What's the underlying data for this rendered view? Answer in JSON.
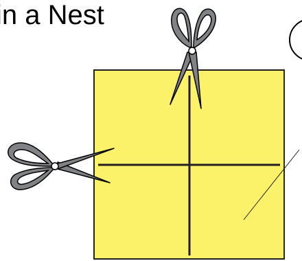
{
  "title": "in a Nest",
  "colors": {
    "paper_fill": "#fbf26a",
    "paper_stroke": "#231f20",
    "fold_line": "#231f20",
    "scissor_blade": "#808285",
    "scissor_outline": "#000000",
    "pointer_line": "#231f20",
    "background": "#ffffff"
  },
  "elements": {
    "paper_square": "folded-paper-square",
    "fold_lines": [
      "vertical-fold-line",
      "horizontal-fold-line"
    ],
    "scissors": [
      "top-scissors-icon",
      "left-scissors-icon"
    ],
    "callout": "callout-bubble"
  }
}
